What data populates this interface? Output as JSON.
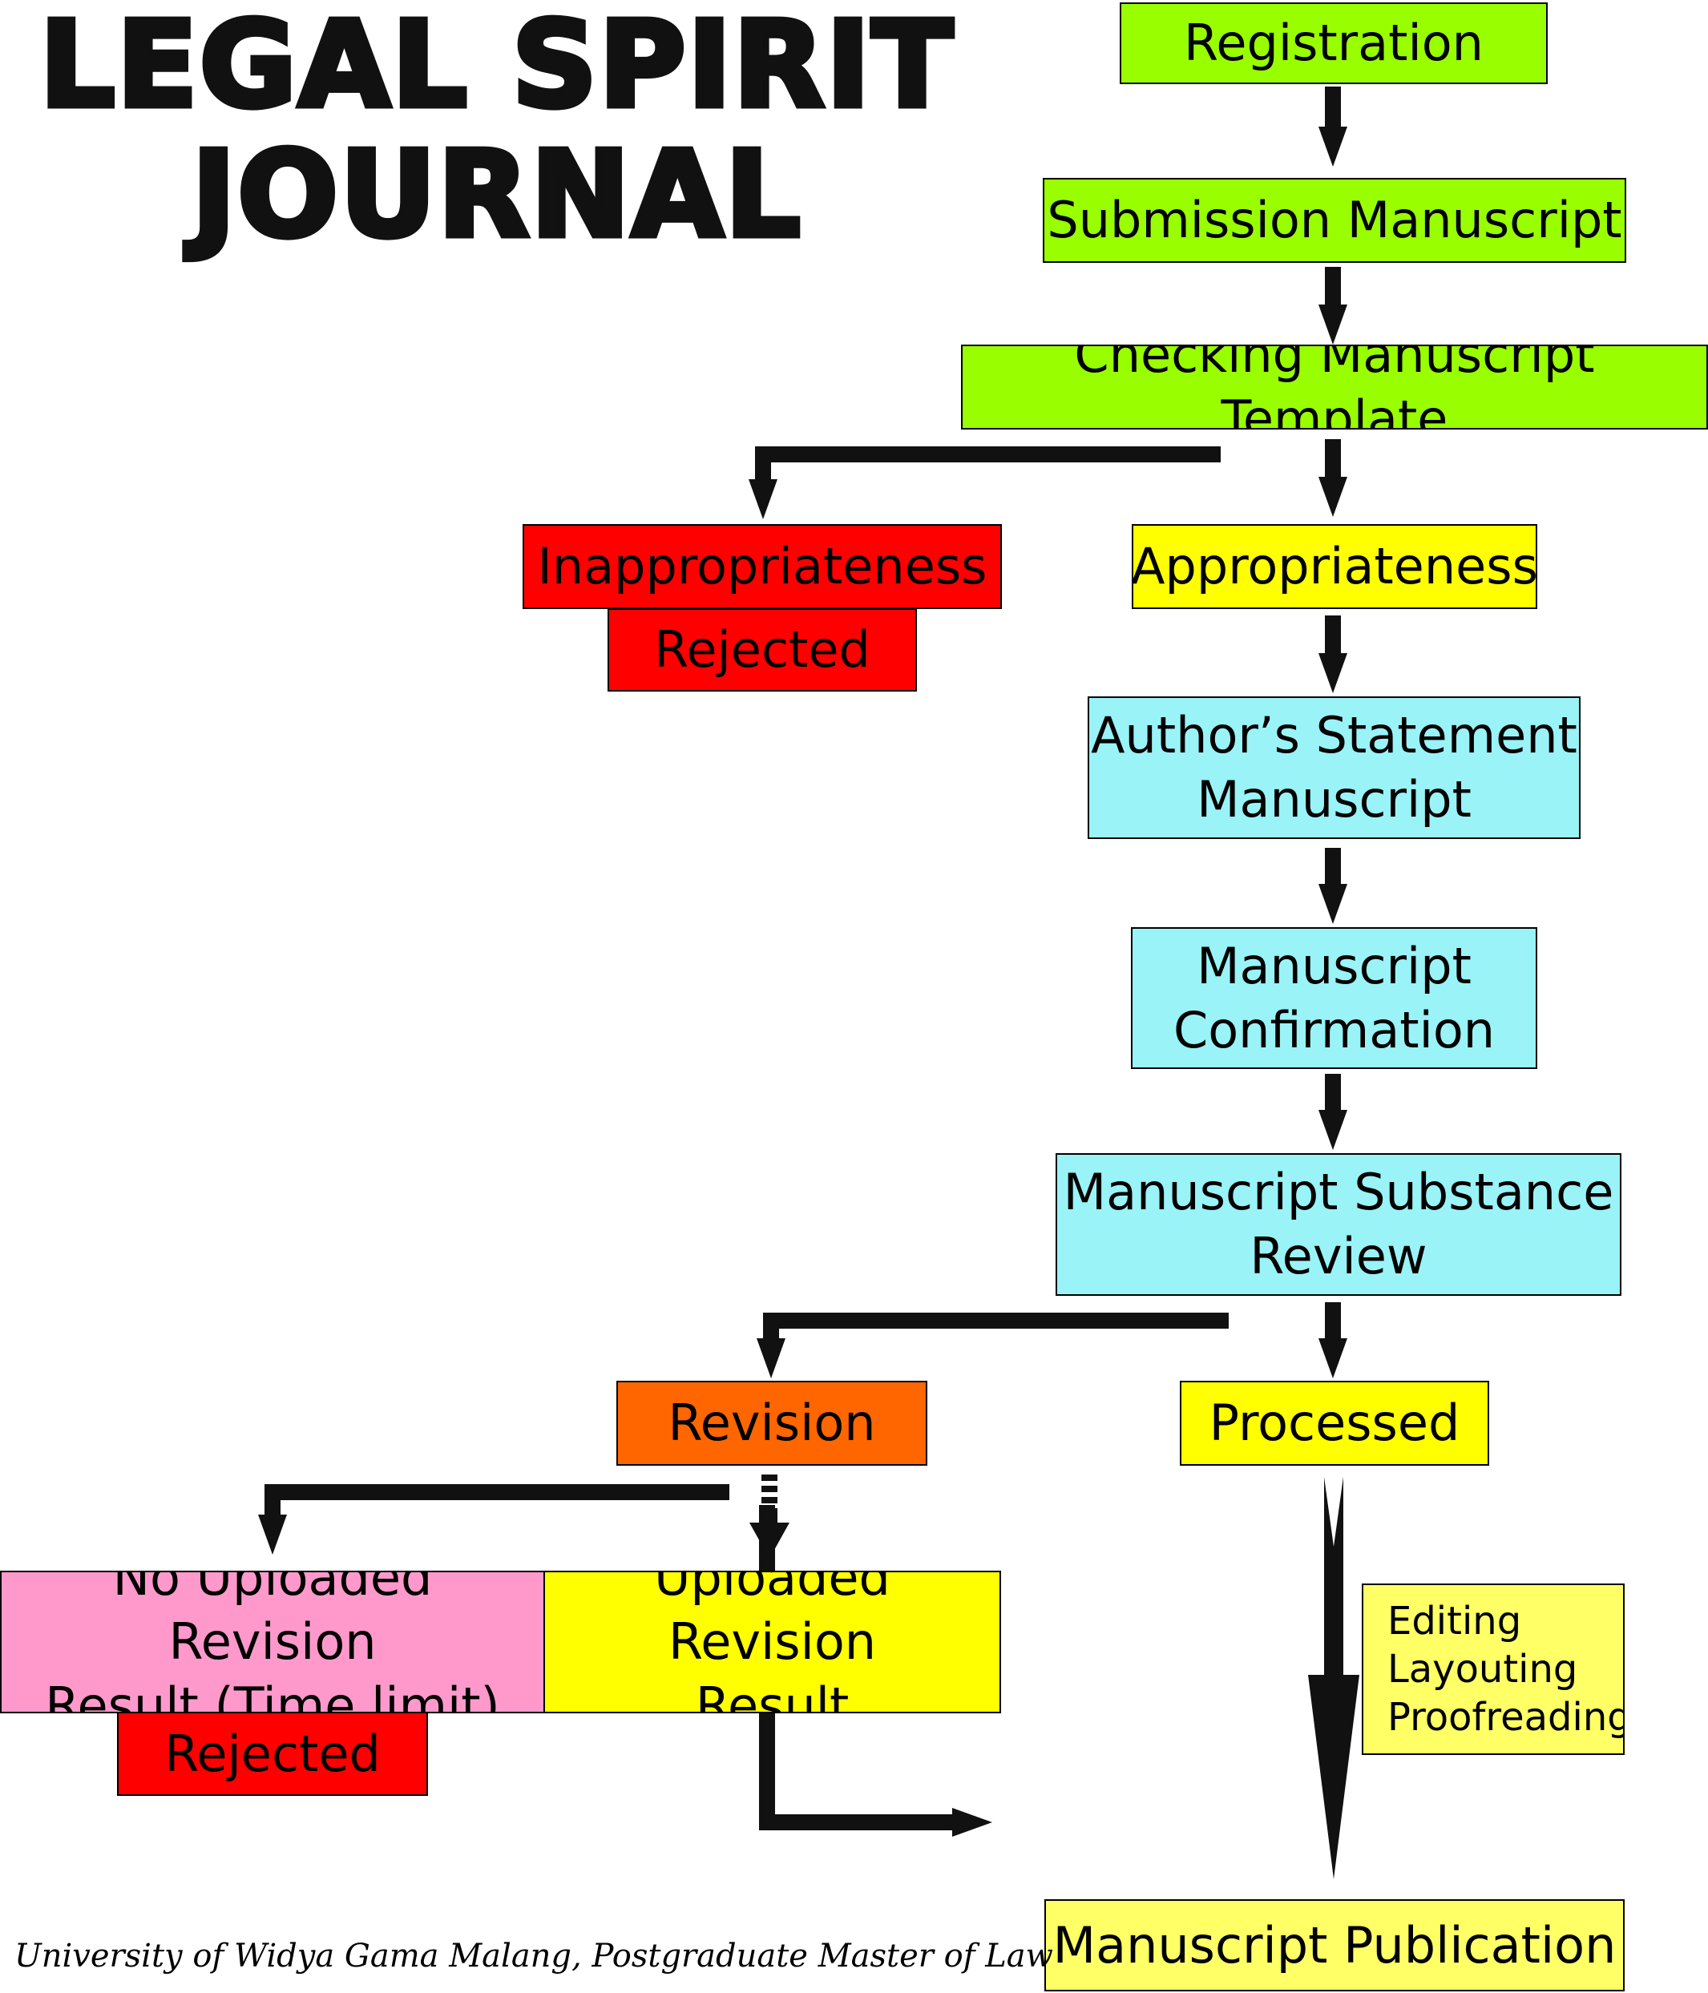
{
  "title": {
    "line1": "LEGAL SPIRIT",
    "line2": "JOURNAL"
  },
  "steps": {
    "registration": "Registration",
    "submission": "Submission Manuscript",
    "checking": "Checking Manuscript Template",
    "inappropriateness": "Inappropriateness",
    "rejected_1": "Rejected",
    "appropriateness": "Appropriateness",
    "authors_statement": "Author’s Statement\nManuscript",
    "confirmation": "Manuscript\nConfirmation",
    "substance_review": "Manuscript Substance\nReview",
    "revision": "Revision",
    "processed": "Processed",
    "no_upload": "No Uploaded Revision\nResult (Time limit)",
    "uploaded": "Uploaded Revision\nResult",
    "rejected_2": "Rejected",
    "editing": "Editing\nLayouting\nProofreading",
    "publication": "Manuscript Publication"
  },
  "footer": "University of Widya Gama Malang, Postgraduate Master of Law",
  "colors": {
    "green": "#99ff00",
    "red": "#ff0000",
    "yellow": "#ffff00",
    "cyan": "#99f3f7",
    "orange": "#ff6600",
    "pink": "#ff99cc",
    "pale_yellow": "#ffff66",
    "arrow": "#111111"
  }
}
